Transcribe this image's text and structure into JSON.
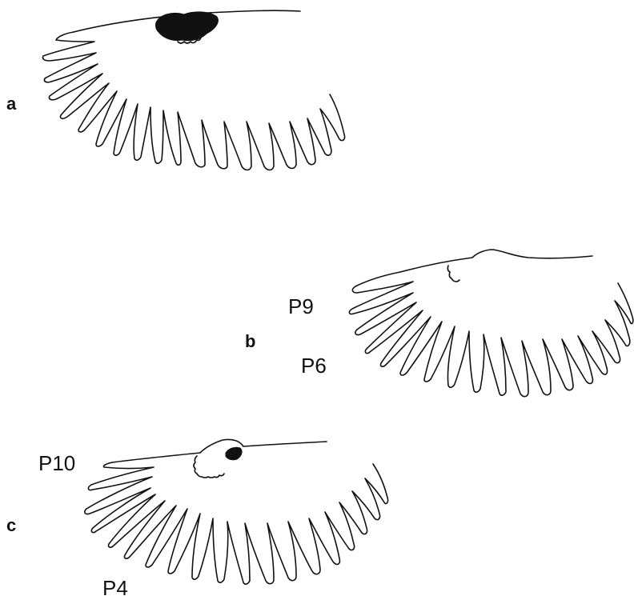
{
  "panels": {
    "a": {
      "label": "a"
    },
    "b": {
      "label": "b",
      "feather_labels": [
        "P9",
        "P6"
      ]
    },
    "c": {
      "label": "c",
      "feather_labels": [
        "P10",
        "P4"
      ]
    }
  },
  "colors": {
    "ink": "#111111",
    "background": "#ffffff"
  }
}
